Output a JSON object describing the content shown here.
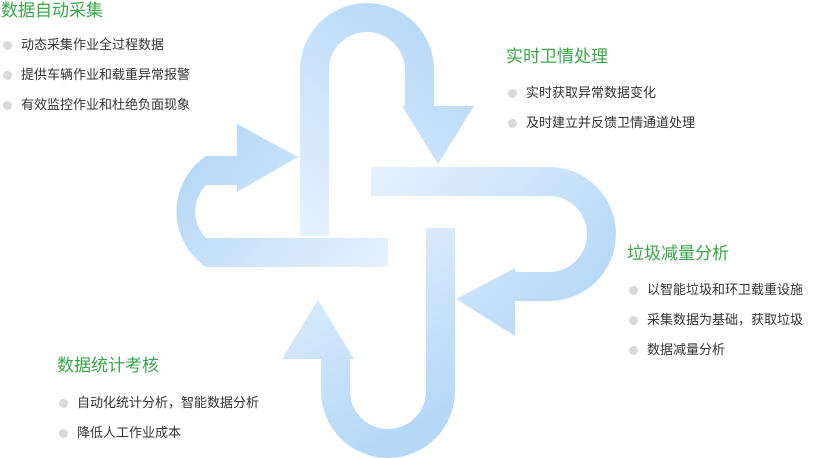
{
  "sections": [
    {
      "title": "数据自动采集",
      "items": [
        "动态采集作业全过程数据",
        "提供车辆作业和载重异常报警",
        "有效监控作业和杜绝负面现象"
      ]
    },
    {
      "title": "实时卫情处理",
      "items": [
        "实时获取异常数据变化",
        "及时建立并反馈卫情通道处理"
      ]
    },
    {
      "title": "垃圾减量分析",
      "items": [
        "以智能垃圾和环卫载重设施",
        "采集数据为基础，获取垃圾",
        "数据减量分析"
      ]
    },
    {
      "title": "数据统计考核",
      "items": [
        "自动化统计分析，智能数据分析",
        "降低人工作业成本"
      ]
    }
  ],
  "colors": {
    "accent_green": "#3aa64a",
    "arrow_light": "#e6f2fd",
    "arrow_dark": "#b6d8f7",
    "bullet": "#d9d9d9"
  }
}
